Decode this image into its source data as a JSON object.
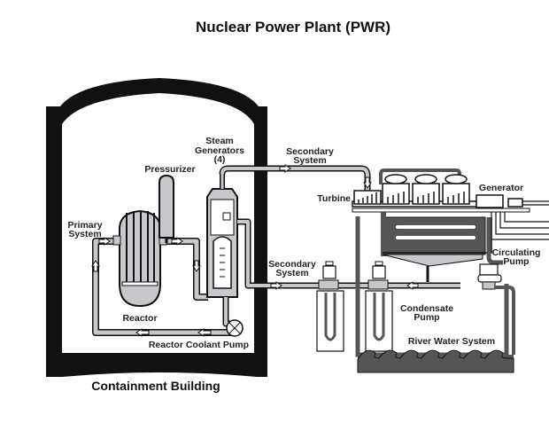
{
  "title": "Nuclear Power Plant (PWR)",
  "labels": {
    "steam_generators_line1": "Steam",
    "steam_generators_line2": "Generators",
    "steam_generators_line3": "(4)",
    "pressurizer": "Pressurizer",
    "primary_system_line1": "Primary",
    "primary_system_line2": "System",
    "reactor": "Reactor",
    "reactor_coolant_pump": "Reactor Coolant Pump",
    "containment_building": "Containment Building",
    "secondary_system_top_line1": "Secondary",
    "secondary_system_top_line2": "System",
    "turbine": "Turbine",
    "generator": "Generator",
    "secondary_system_mid_line1": "Secondary",
    "secondary_system_mid_line2": "System",
    "circulating_pump_line1": "Circulating",
    "circulating_pump_line2": "Pump",
    "condensate_pump_line1": "Condensate",
    "condensate_pump_line2": "Pump",
    "river_water_system": "River Water System"
  },
  "colors": {
    "outline": "#111111",
    "fill_light": "#c8c8cc",
    "fill_dark": "#555555",
    "background": "#ffffff"
  }
}
